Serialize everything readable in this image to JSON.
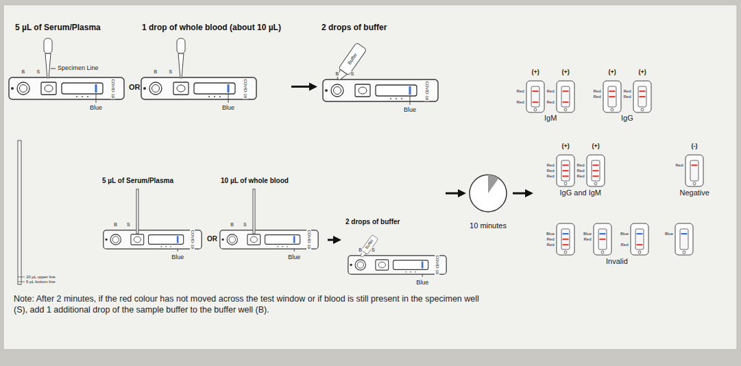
{
  "diagram": {
    "nodes": [
      {
        "text": [
          "5 µL of Serum/Plasma"
        ]
      },
      {
        "text": [
          "1 drop of whole blood (about 10 µL)"
        ]
      },
      {
        "text": [
          "2 drops of buffer"
        ]
      },
      {
        "text": [
          "5 µL of Serum/Plasma"
        ]
      },
      {
        "text": [
          "10 µL of whole blood"
        ]
      },
      {
        "text": [
          "2 drops of buffer"
        ]
      },
      {
        "text": [
          "10 minutes"
        ]
      }
    ],
    "edges": [
      {
        "from": 1,
        "to": 2,
        "arrow": "to"
      },
      {
        "from": 4,
        "to": 5,
        "arrow": "to"
      }
    ],
    "labels": [
      "Specimen Line",
      "B",
      "S",
      "COVID-19",
      "Blue",
      "OR",
      "B",
      "S",
      "COVID-19",
      "Blue",
      "Buffer",
      "B",
      "S",
      "COVID-19",
      "Blue",
      "(+)",
      "(+)",
      "(+)",
      "(+)",
      "Red",
      "Red",
      "Red",
      "Red",
      "Red",
      "Red",
      "Red",
      "Red",
      "IgM",
      "IgG",
      "10 µL upper line",
      "5 µL bottom line",
      "B",
      "S",
      "COVID-19",
      "Blue",
      "OR",
      "B",
      "S",
      "COVID-19",
      "Blue",
      "Buffer",
      "B",
      "S",
      "COVID-19",
      "Blue",
      "(+)",
      "(+)",
      "(-)",
      "Red",
      "Red",
      "Red",
      "Red",
      "Red",
      "Red",
      "Red",
      "IgG and IgM",
      "Negative",
      "Blue",
      "Red",
      "Red",
      "Blue",
      "Red",
      "Blue",
      "Red",
      "Blue",
      "Invalid",
      "Note: After 2 minutes, if the red colour has not moved across the test window or if blood is still present in the specimen well (S), add 1 additional drop of the sample buffer to the buffer well (B)."
    ]
  }
}
